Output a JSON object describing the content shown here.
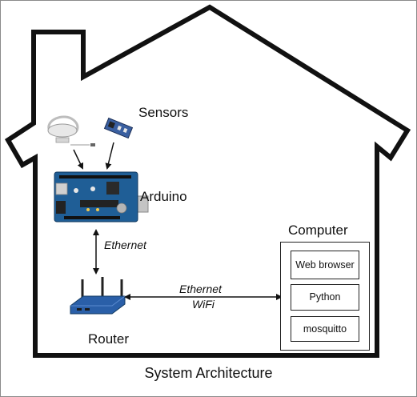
{
  "diagram": {
    "caption": "System Architecture",
    "nodes": {
      "sensors": "Sensors",
      "arduino": "Arduino",
      "router": "Router",
      "computer": "Computer"
    },
    "links": {
      "arduino_router": "Ethernet",
      "router_computer_line1": "Ethernet",
      "router_computer_line2": "WiFi"
    },
    "computer_software": [
      "Web browser",
      "Python",
      "mosquitto"
    ],
    "colors": {
      "outline": "#111111",
      "arduino_board": "#1f5e96",
      "router_body": "#2a5fa8"
    }
  }
}
